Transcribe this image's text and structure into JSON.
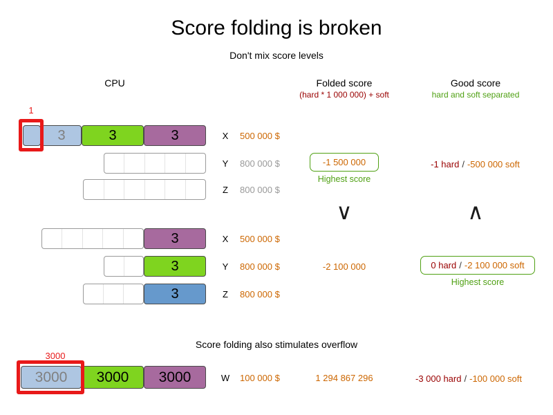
{
  "title": "Score folding is broken",
  "subtitle": "Don't mix score levels",
  "headers": {
    "cpu": "CPU",
    "folded": "Folded score",
    "folded_sub": "(hard * 1 000 000) + soft",
    "good": "Good score",
    "good_sub": "hard and soft separated"
  },
  "separator": "/",
  "highest_score_label": "Highest score",
  "comparison": {
    "folded_symbol": "∨",
    "good_symbol": "∧"
  },
  "section2_title": "Score folding also stimulates overflow",
  "rows": {
    "x1": {
      "label": "X",
      "cost": "500 000 $",
      "overflow": "1",
      "seg1": "3",
      "seg2": "3",
      "seg3": "3"
    },
    "y1": {
      "label": "Y",
      "cost": "800 000 $",
      "folded": "-1 500 000",
      "good_hard": "-1 hard",
      "good_soft": "-500 000 soft"
    },
    "z1": {
      "label": "Z",
      "cost": "800 000 $"
    },
    "x2": {
      "label": "X",
      "cost": "500 000 $",
      "seg": "3"
    },
    "y2": {
      "label": "Y",
      "cost": "800 000 $",
      "seg": "3",
      "folded": "-2 100 000",
      "good_hard": "0 hard",
      "good_soft": "-2 100 000 soft"
    },
    "z2": {
      "label": "Z",
      "cost": "800 000 $",
      "seg": "3"
    },
    "w": {
      "label": "W",
      "cost": "100 000 $",
      "overflow": "3000",
      "seg1": "3000",
      "seg2": "3000",
      "seg3": "3000",
      "folded": "1 294 867 296",
      "good_hard": "-3 000 hard",
      "good_soft": "-100 000 soft"
    }
  },
  "colors": {
    "orange": "#cc6600",
    "dark_red": "#990000",
    "green": "#4fa013",
    "highlight_red": "#e81919",
    "gray_cost": "#999999",
    "segment_lightblue": "#aec6e2",
    "segment_green": "#7fd41f",
    "segment_purple": "#a76a9e",
    "segment_blue": "#6699cc"
  }
}
